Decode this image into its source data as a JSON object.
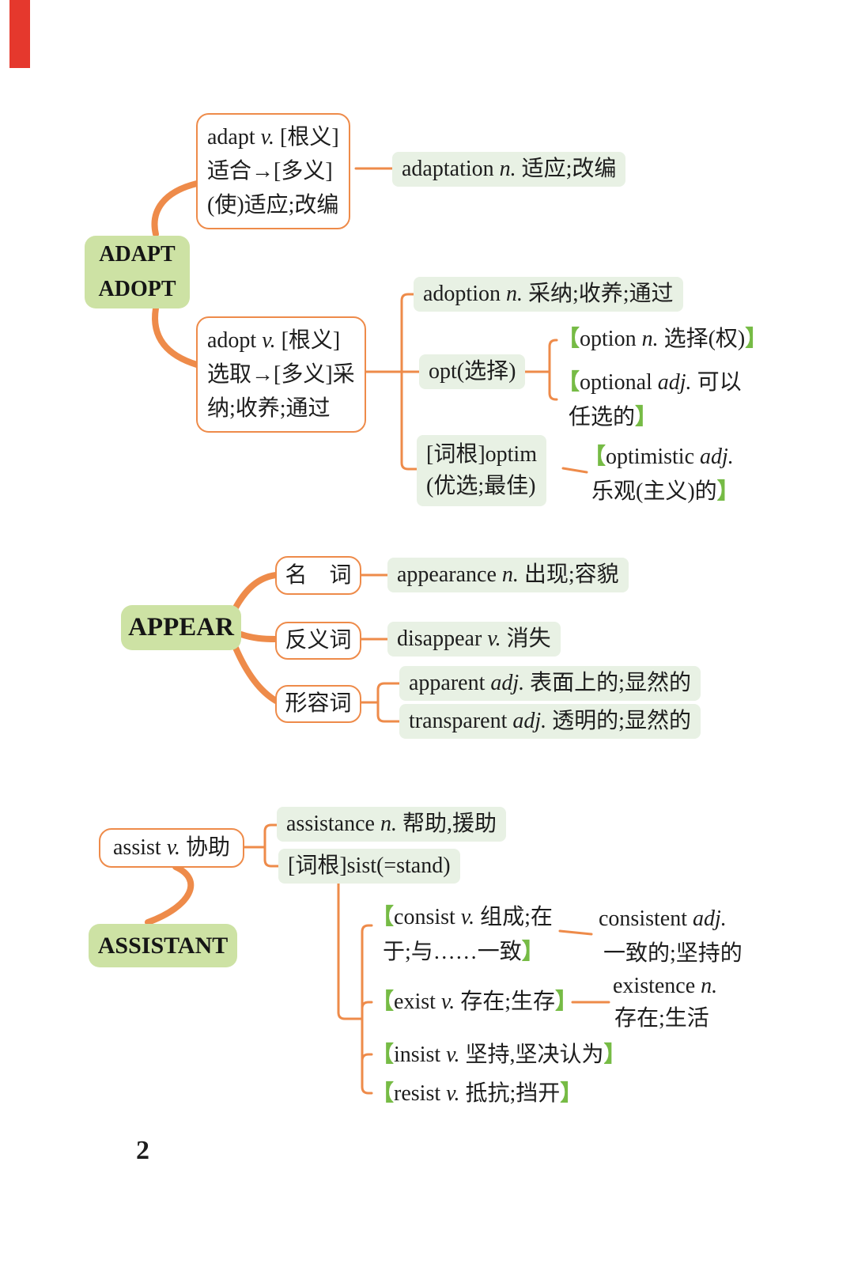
{
  "page_number": "2",
  "colors": {
    "orange_line": "#ee8b4a",
    "green_node_bg": "#cde2a4",
    "pill_bg": "#e8f1e4",
    "bracket_green": "#76bb45",
    "red_tab": "#e5382d"
  },
  "adapt_group": {
    "root_line1": "ADAPT",
    "root_line2": "ADOPT",
    "adapt_line1": [
      {
        "t": "adapt "
      },
      {
        "t": "v.",
        "i": true
      },
      {
        "t": " [根义]"
      }
    ],
    "adapt_line2": [
      {
        "t": "适合→[多义]"
      }
    ],
    "adapt_line3": [
      {
        "t": "(使)适应;改编"
      }
    ],
    "adaptation": [
      {
        "t": "adaptation "
      },
      {
        "t": "n.",
        "i": true
      },
      {
        "t": " 适应;改编"
      }
    ],
    "adopt_line1": [
      {
        "t": "adopt "
      },
      {
        "t": "v.",
        "i": true
      },
      {
        "t": " [根义]"
      }
    ],
    "adopt_line2": [
      {
        "t": "选取→[多义]采"
      }
    ],
    "adopt_line3": [
      {
        "t": "纳;收养;通过"
      }
    ],
    "adoption": [
      {
        "t": "adoption "
      },
      {
        "t": "n.",
        "i": true
      },
      {
        "t": " 采纳;收养;通过"
      }
    ],
    "opt": [
      {
        "t": "opt(选择)"
      }
    ],
    "option": [
      {
        "t": "【",
        "g": true
      },
      {
        "t": "option "
      },
      {
        "t": "n.",
        "i": true
      },
      {
        "t": " 选择(权)"
      },
      {
        "t": "】",
        "g": true
      }
    ],
    "optional_line1": [
      {
        "t": "【",
        "g": true
      },
      {
        "t": "optional "
      },
      {
        "t": "adj.",
        "i": true
      },
      {
        "t": " 可以"
      }
    ],
    "optional_line2": [
      {
        "t": "任选的"
      },
      {
        "t": "】",
        "g": true
      }
    ],
    "optim_line1": [
      {
        "t": "[词根]optim"
      }
    ],
    "optim_line2": [
      {
        "t": "(优选;最佳)"
      }
    ],
    "optimistic_line1": [
      {
        "t": "【",
        "g": true
      },
      {
        "t": "optimistic "
      },
      {
        "t": "adj.",
        "i": true
      }
    ],
    "optimistic_line2": [
      {
        "t": "乐观(主义)的"
      },
      {
        "t": "】",
        "g": true
      }
    ]
  },
  "appear_group": {
    "root": "APPEAR",
    "noun_label": "名　词",
    "antonym_label": "反义词",
    "adjective_label": "形容词",
    "appearance": [
      {
        "t": "appearance "
      },
      {
        "t": "n.",
        "i": true
      },
      {
        "t": " 出现;容貌"
      }
    ],
    "disappear": [
      {
        "t": "disappear "
      },
      {
        "t": "v.",
        "i": true
      },
      {
        "t": " 消失"
      }
    ],
    "apparent": [
      {
        "t": "apparent "
      },
      {
        "t": "adj.",
        "i": true
      },
      {
        "t": " 表面上的;显然的"
      }
    ],
    "transparent": [
      {
        "t": "transparent "
      },
      {
        "t": "adj.",
        "i": true
      },
      {
        "t": " 透明的;显然的"
      }
    ]
  },
  "assist_group": {
    "root": "ASSISTANT",
    "assist": [
      {
        "t": "assist "
      },
      {
        "t": "v.",
        "i": true
      },
      {
        "t": " 协助"
      }
    ],
    "assistance": [
      {
        "t": "assistance "
      },
      {
        "t": "n.",
        "i": true
      },
      {
        "t": " 帮助,援助"
      }
    ],
    "sist": [
      {
        "t": "[词根]sist(=stand)"
      }
    ],
    "consist_line1": [
      {
        "t": "【",
        "g": true
      },
      {
        "t": "consist "
      },
      {
        "t": "v.",
        "i": true
      },
      {
        "t": " 组成;在"
      }
    ],
    "consist_line2": [
      {
        "t": "于;与……一致"
      },
      {
        "t": "】",
        "g": true
      }
    ],
    "consistent_line1": [
      {
        "t": "consistent "
      },
      {
        "t": "adj.",
        "i": true
      }
    ],
    "consistent_line2": [
      {
        "t": "一致的;坚持的"
      }
    ],
    "exist": [
      {
        "t": "【",
        "g": true
      },
      {
        "t": "exist "
      },
      {
        "t": "v.",
        "i": true
      },
      {
        "t": " 存在;生存"
      },
      {
        "t": "】",
        "g": true
      }
    ],
    "existence_line1": [
      {
        "t": "existence "
      },
      {
        "t": "n.",
        "i": true
      }
    ],
    "existence_line2": [
      {
        "t": "存在;生活"
      }
    ],
    "insist": [
      {
        "t": "【",
        "g": true
      },
      {
        "t": "insist "
      },
      {
        "t": "v.",
        "i": true
      },
      {
        "t": " 坚持,坚决认为"
      },
      {
        "t": "】",
        "g": true
      }
    ],
    "resist": [
      {
        "t": "【",
        "g": true
      },
      {
        "t": "resist "
      },
      {
        "t": "v.",
        "i": true
      },
      {
        "t": " 抵抗;挡开"
      },
      {
        "t": "】",
        "g": true
      }
    ]
  }
}
